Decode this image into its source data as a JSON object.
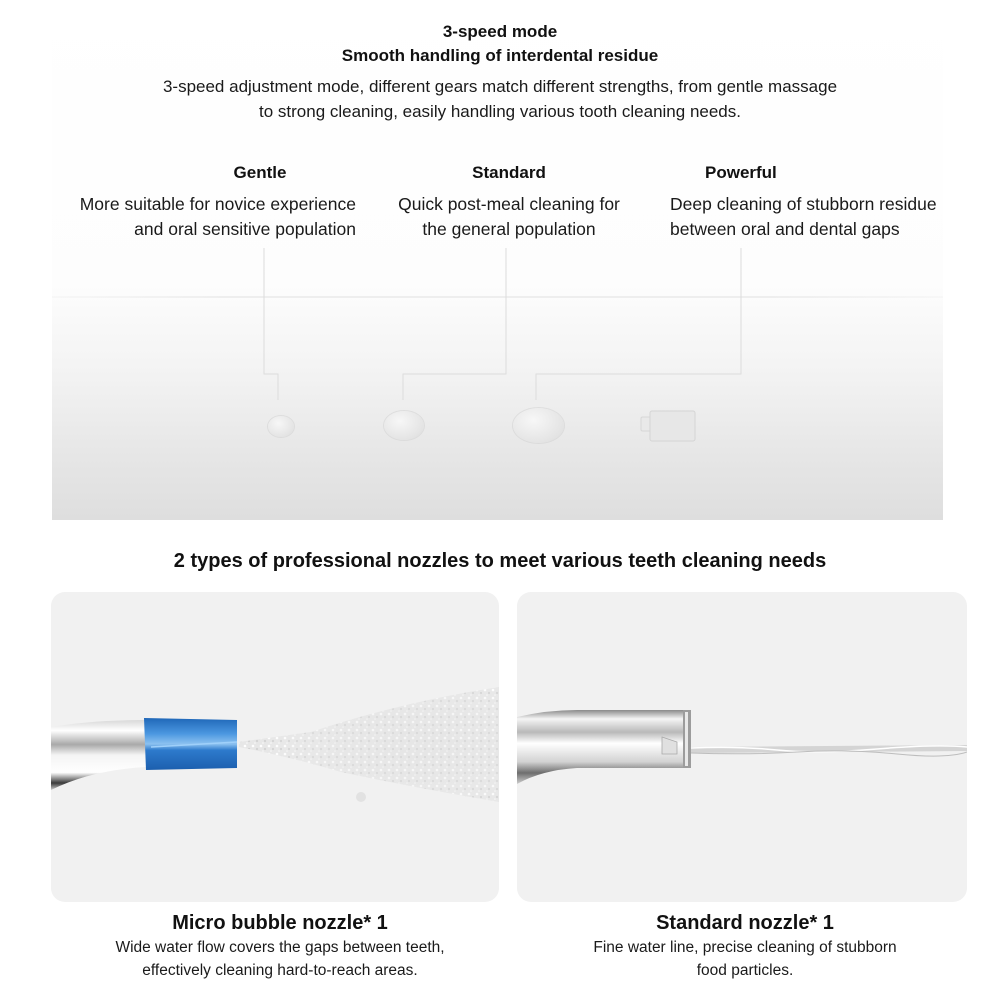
{
  "speed_section": {
    "title": "3-speed mode",
    "subtitle": "Smooth handling of interdental residue",
    "description_lines": [
      "3-speed adjustment mode, different gears match different strengths, from gentle massage",
      "to strong cleaning, easily handling various tooth cleaning needs."
    ],
    "modes": [
      {
        "name": "Gentle",
        "desc_lines": [
          "More suitable for novice experience",
          "and oral sensitive population"
        ]
      },
      {
        "name": "Standard",
        "desc_lines": [
          "Quick post-meal cleaning for",
          "the general population"
        ]
      },
      {
        "name": "Powerful",
        "desc_lines": [
          "Deep cleaning of stubborn residue",
          "between oral and dental gaps"
        ]
      }
    ],
    "device_buttons": [
      "small-dot",
      "medium-dot",
      "large-dot",
      "charging-port"
    ]
  },
  "nozzle_section": {
    "heading": "2 types of professional nozzles to meet various teeth cleaning needs",
    "nozzles": [
      {
        "title": "Micro bubble nozzle* 1",
        "desc_lines": [
          "Wide water flow covers the gaps between teeth,",
          "effectively cleaning hard-to-reach areas."
        ],
        "accent_color": "#2f7fd0",
        "image": "micro-bubble-nozzle-spray"
      },
      {
        "title": "Standard nozzle* 1",
        "desc_lines": [
          "Fine water line, precise cleaning of stubborn",
          "food particles."
        ],
        "accent_color": "#9a9a9a",
        "image": "standard-nozzle-water-line"
      }
    ]
  },
  "colors": {
    "text": "#111111",
    "panel_bg": "#f1f1f1",
    "nozzle_blue": "#2f7fd0"
  }
}
